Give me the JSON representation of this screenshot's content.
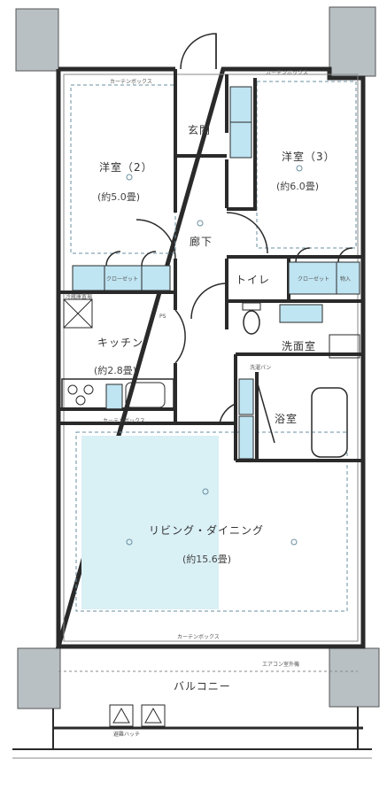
{
  "rooms": {
    "western2": {
      "name": "洋室（2）",
      "area": "(約5.0畳)"
    },
    "western3": {
      "name": "洋室（3）",
      "area": "(約6.0畳)"
    },
    "entrance": {
      "name": "玄関"
    },
    "hallway": {
      "name": "廊下"
    },
    "toilet": {
      "name": "トイレ"
    },
    "kitchen": {
      "name": "キッチン",
      "area": "(約2.8畳)"
    },
    "washroom": {
      "name": "洗面室"
    },
    "bath": {
      "name": "浴室"
    },
    "living": {
      "name": "リビング・ダイニング",
      "area": "(約15.6畳)"
    },
    "balcony": {
      "name": "バルコニー"
    }
  },
  "small_labels": {
    "curtain_box_top": "カーテンボックス",
    "curtain_box_right": "カーテンボックス",
    "curtain_box_living": "カーテンボックス",
    "curtain_box_kitchen": "カーテンボックス",
    "closet_left": "クローゼット",
    "closet_right": "クローゼット",
    "storage_right": "物入",
    "pipe_space": "PS",
    "washer": "洗濯パン",
    "refrigerator": "冷蔵庫置場",
    "outdoor_unit": "エアコン室外機",
    "evac": "避難ハッチ"
  },
  "colors": {
    "wall": "#2a2a2a",
    "storage_fill": "#bfe4f2",
    "living_fill": "#d9f0f5",
    "pillar": "#b8c0c4",
    "grid_line": "#6a8fa0"
  }
}
